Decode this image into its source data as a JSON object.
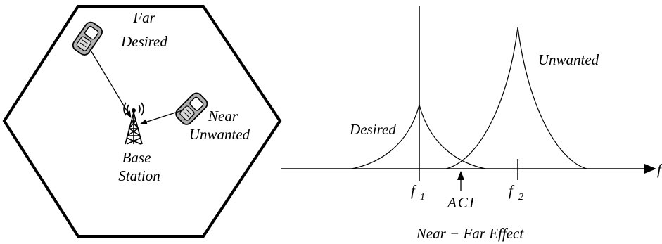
{
  "cell": {
    "far_desired": [
      "Far",
      "Desired"
    ],
    "near_unwanted": [
      "Near",
      "Unwanted"
    ],
    "base_station": [
      "Base",
      "Station"
    ]
  },
  "spectrum": {
    "desired_label": "Desired",
    "unwanted_label": "Unwanted",
    "axis_label": "f",
    "f1": {
      "main": "f",
      "sub": "1"
    },
    "f2": {
      "main": "f",
      "sub": "2"
    },
    "aci_label": "ACI",
    "caption": "Near − Far Effect"
  }
}
